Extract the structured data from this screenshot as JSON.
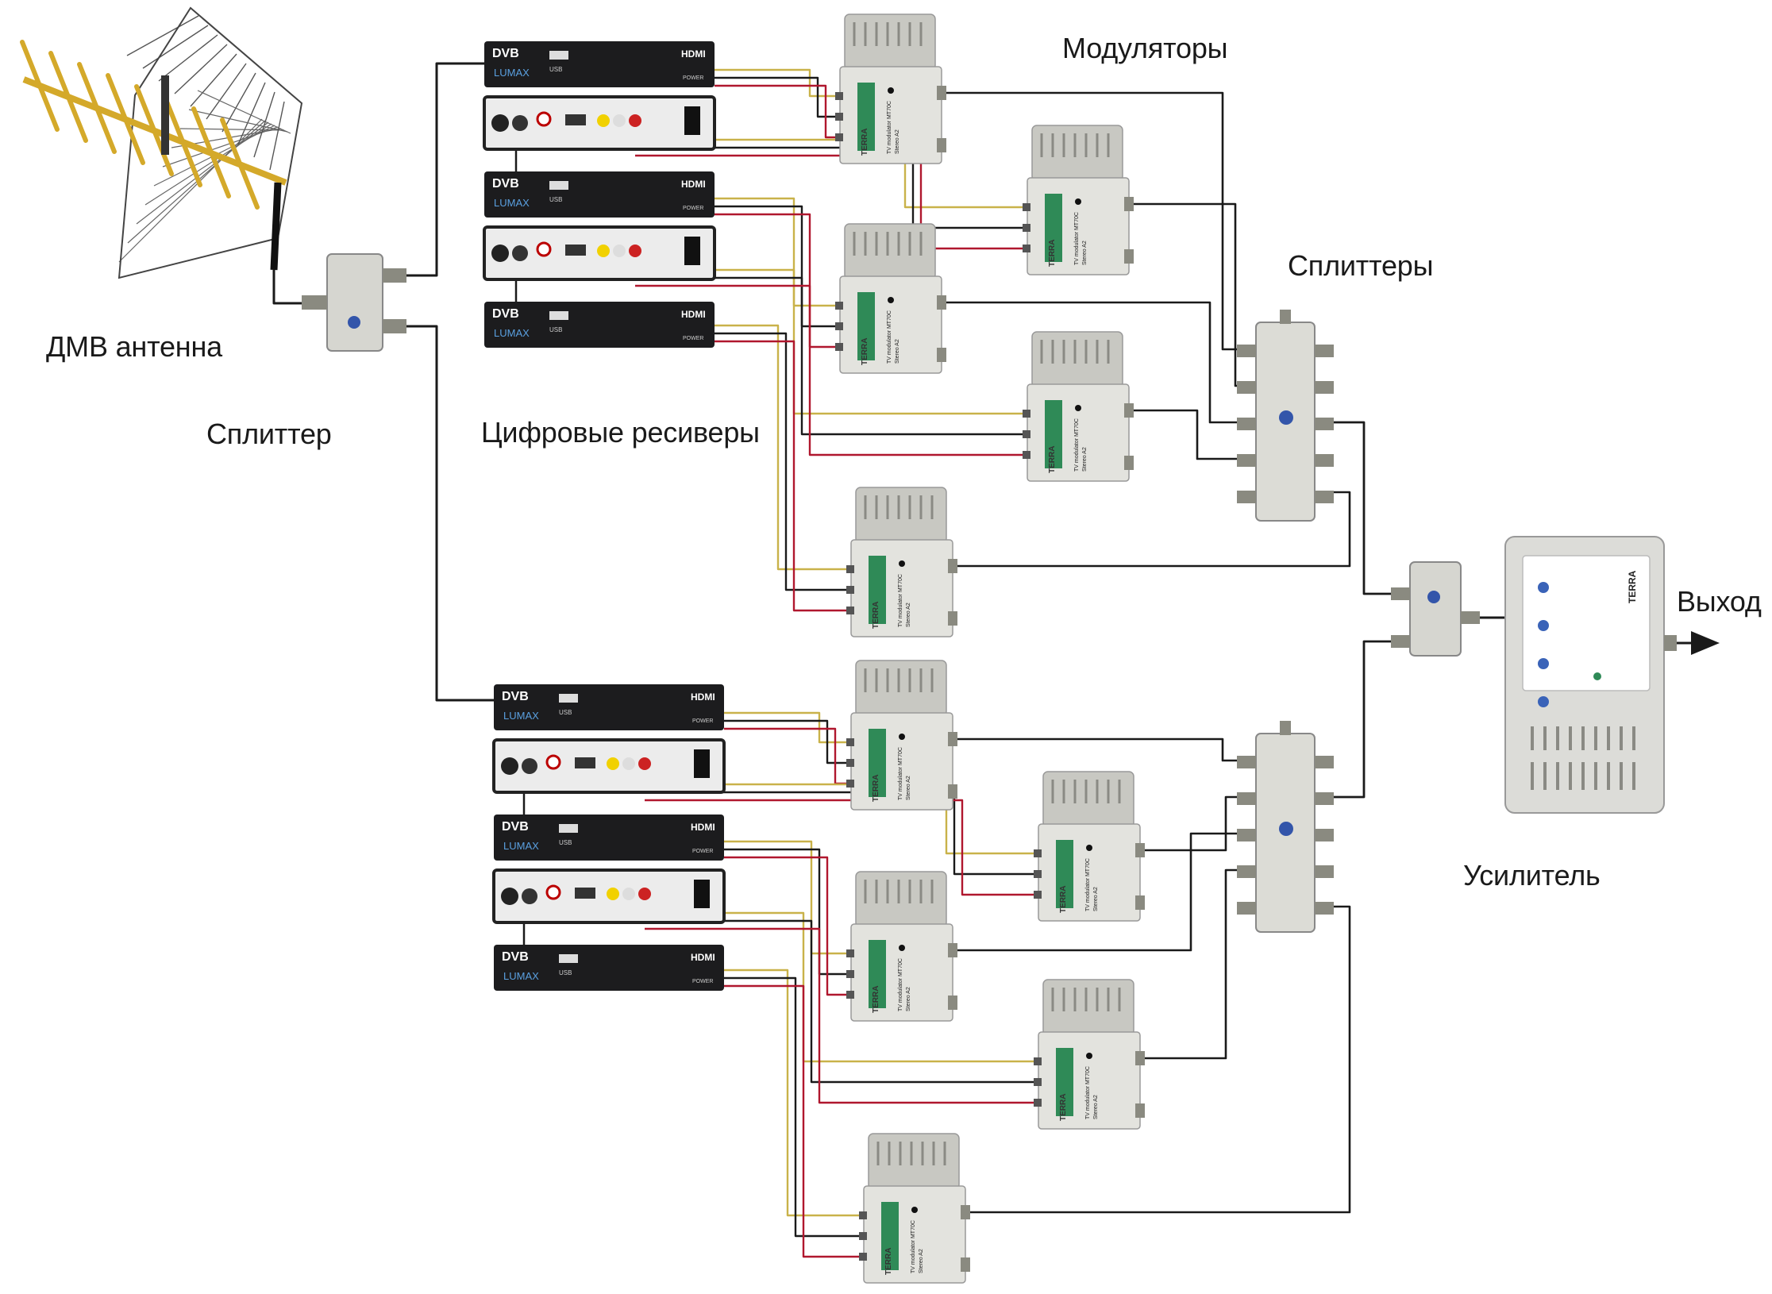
{
  "labels": {
    "antenna": "ДМВ антенна",
    "splitter": "Сплиттер",
    "receivers": "Цифровые ресиверы",
    "modulators": "Модуляторы",
    "splitters": "Сплиттеры",
    "amplifier": "Усилитель",
    "output": "Выход"
  },
  "device_text": {
    "dvb": "DVB",
    "hdmi": "HDMI",
    "brand": "LUMAX",
    "usb": "USB",
    "power": "POWER",
    "terra": "TERRA",
    "modulator_model": "TV modulator MT70C",
    "modulator_sub": "Stereo A2"
  },
  "colors": {
    "background": "#ffffff",
    "cable": "#1a1a1a",
    "audio_red": "#b0172e",
    "video_yellow": "#c9b24a",
    "device_gray": "#d6d6d0",
    "receiver_black": "#1c1c1e",
    "terra_green": "#2f8a57",
    "antenna_gold": "#d4a92a"
  },
  "components": {
    "antenna_count": 1,
    "splitter_main": 1,
    "receiver_count": 6,
    "modulator_count": 10,
    "splitter_bank_count": 2,
    "combiner_count": 1,
    "amplifier_count": 1
  }
}
